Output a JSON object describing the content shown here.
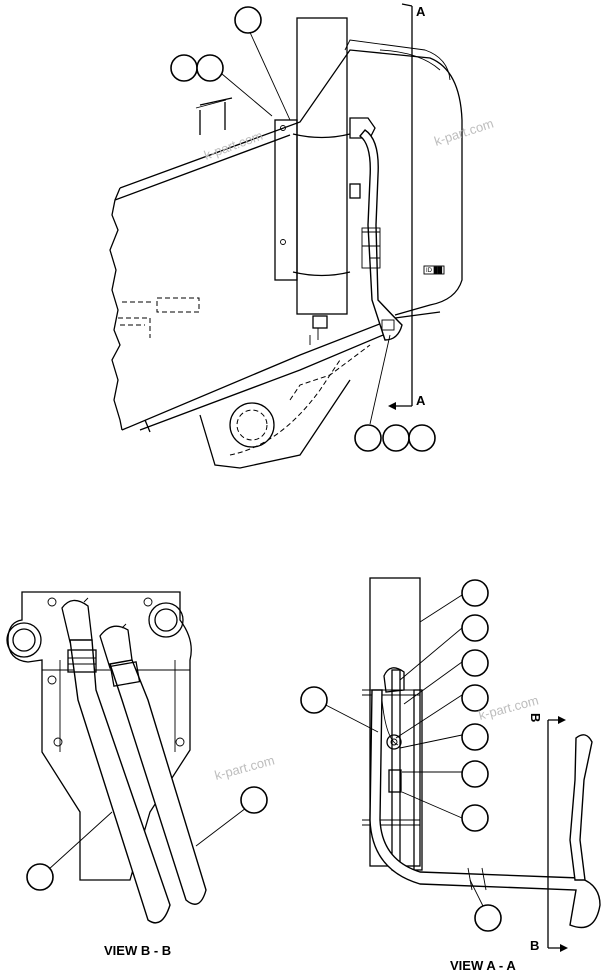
{
  "views": {
    "main": {
      "section_marker_top": "A",
      "section_marker_bottom": "A",
      "plate_text": "ID ██"
    },
    "view_b": {
      "title": "VIEW B - B"
    },
    "view_a": {
      "title": "VIEW A - A",
      "section_marker_top": "B",
      "section_marker_bottom": "B"
    }
  },
  "watermarks": [
    "k-part.com",
    "k-part.com",
    "k-part.com",
    "k-part.com"
  ],
  "callouts": {
    "main_view": [
      {
        "id": "callout-1",
        "label": ""
      },
      {
        "id": "callout-2",
        "label": ""
      },
      {
        "id": "callout-3",
        "label": ""
      },
      {
        "id": "callout-4",
        "label": ""
      },
      {
        "id": "callout-5",
        "label": ""
      },
      {
        "id": "callout-6",
        "label": ""
      }
    ],
    "view_b": [
      {
        "id": "callout-b1",
        "label": ""
      },
      {
        "id": "callout-b2",
        "label": ""
      }
    ],
    "view_a": [
      {
        "id": "callout-a1",
        "label": ""
      },
      {
        "id": "callout-a2",
        "label": ""
      },
      {
        "id": "callout-a3",
        "label": ""
      },
      {
        "id": "callout-a4",
        "label": ""
      },
      {
        "id": "callout-a5",
        "label": ""
      },
      {
        "id": "callout-a6",
        "label": ""
      },
      {
        "id": "callout-a7",
        "label": ""
      },
      {
        "id": "callout-a8",
        "label": ""
      },
      {
        "id": "callout-a9",
        "label": ""
      }
    ]
  }
}
